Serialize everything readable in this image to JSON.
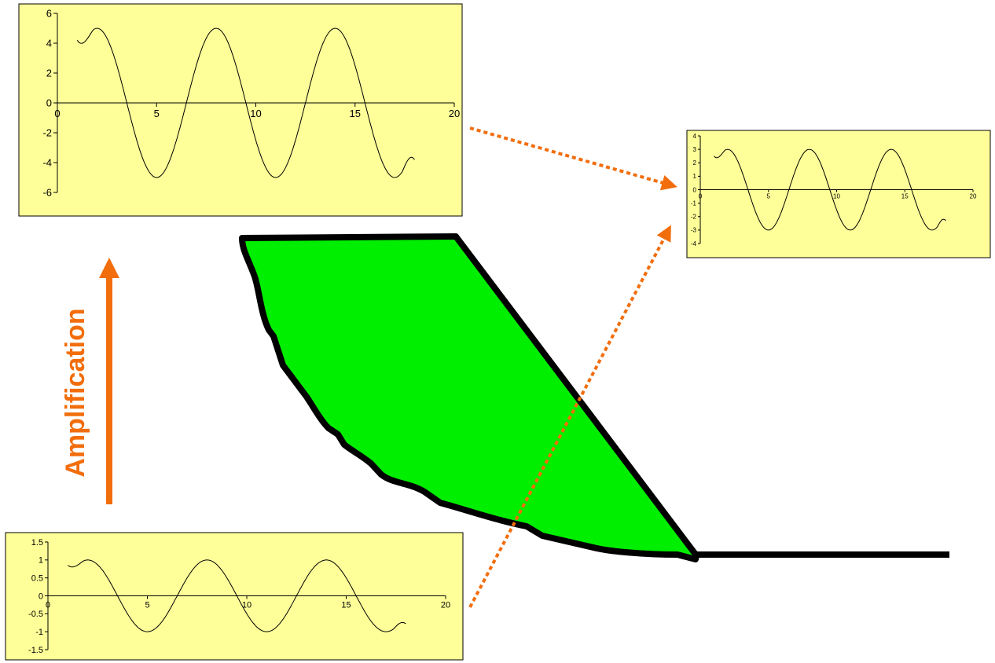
{
  "label": {
    "text": "Amplification"
  },
  "colors": {
    "panel_fill": "#ffff99",
    "slope_fill": "#00ee00",
    "accent": "#f26d0c",
    "outline": "#000000"
  },
  "chart_data": [
    {
      "id": "top-left",
      "type": "line",
      "xlim": [
        0,
        20
      ],
      "ylim": [
        -6,
        6
      ],
      "xticks": [
        "0",
        "5",
        "10",
        "15",
        "20"
      ],
      "yticks": [
        "6",
        "4",
        "2",
        "0",
        "-2",
        "-4",
        "-6"
      ],
      "ytick_values": [
        6,
        4,
        2,
        0,
        -2,
        -4,
        -6
      ],
      "series": [
        {
          "x_start": 1,
          "x_end": 18,
          "amplitude": 5,
          "period": 6,
          "peak_at": 2,
          "start_y": 4.2,
          "end_y": -3.8
        }
      ],
      "grid": false,
      "legend": "none"
    },
    {
      "id": "right",
      "type": "line",
      "xlim": [
        0,
        20
      ],
      "ylim": [
        -4,
        4
      ],
      "xticks": [
        "0",
        "5",
        "10",
        "15",
        "20"
      ],
      "yticks": [
        "4",
        "3",
        "2",
        "1",
        "0",
        "-1",
        "-2",
        "-3",
        "-4"
      ],
      "ytick_values": [
        4,
        3,
        2,
        1,
        0,
        -1,
        -2,
        -3,
        -4
      ],
      "series": [
        {
          "x_start": 1,
          "x_end": 18,
          "amplitude": 3,
          "period": 6,
          "peak_at": 2,
          "start_y": 2.5,
          "end_y": -2.3
        }
      ],
      "grid": false,
      "legend": "none"
    },
    {
      "id": "bottom-left",
      "type": "line",
      "xlim": [
        0,
        20
      ],
      "ylim": [
        -1.5,
        1.5
      ],
      "xticks": [
        "0",
        "5",
        "10",
        "15",
        "20"
      ],
      "yticks": [
        "1.5",
        "1",
        "0.5",
        "0",
        "-0.5",
        "-1",
        "-1.5"
      ],
      "ytick_values": [
        1.5,
        1,
        0.5,
        0,
        -0.5,
        -1,
        -1.5
      ],
      "series": [
        {
          "x_start": 1,
          "x_end": 18,
          "amplitude": 1,
          "period": 6,
          "peak_at": 2,
          "start_y": 0.85,
          "end_y": -0.78
        }
      ],
      "grid": false,
      "legend": "none"
    }
  ]
}
